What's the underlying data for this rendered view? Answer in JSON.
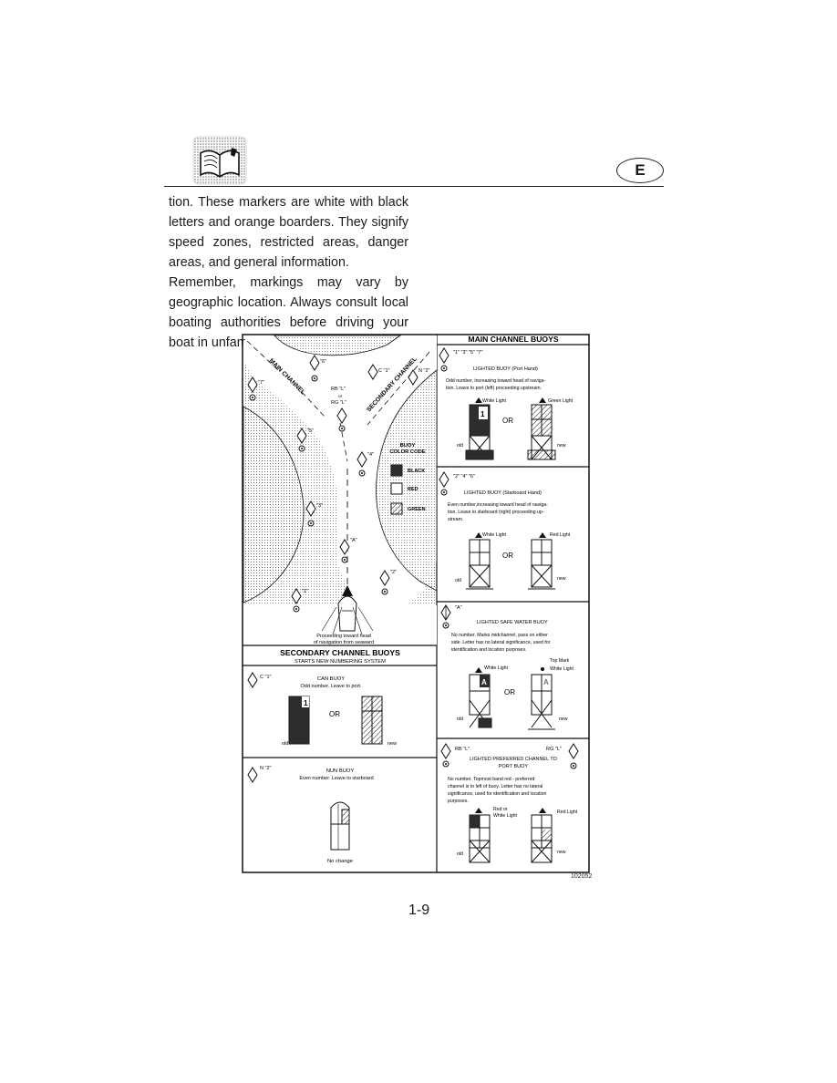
{
  "header": {
    "language_badge": "E",
    "manual_icon": "book-icon"
  },
  "body": {
    "paragraph1": "tion. These markers are white with black letters and orange boarders. They signify speed zones, restricted areas, danger areas, and general information.",
    "paragraph2": "Remember, markings may vary by geographic location. Always consult local boating authorities before driving your boat in unfamiliar waters."
  },
  "figure": {
    "id": "102052",
    "map": {
      "main_channel": "MAIN CHANNEL",
      "secondary_channel": "SECONDARY CHANNEL",
      "buoys": [
        "\"6\"",
        "\"7\"",
        "C \"1\"",
        "N \"2\"",
        "RB \"L\"",
        "or",
        "RG \"L\"",
        "\"5\"",
        "\"4\"",
        "\"3\"",
        "\"A\"",
        "\"2\"",
        "\"1\""
      ],
      "proceeding": "Proceeding toward head of navigation from seaward",
      "color_code_title": "BUOY COLOR CODE",
      "colors": [
        "BLACK",
        "RED",
        "GREEN"
      ]
    },
    "secondary": {
      "title": "SECONDARY CHANNEL BUOYS",
      "subtitle": "STARTS NEW NUMBERING SYSTEM",
      "can_marker": "C \"1\"",
      "can_title": "CAN BUOY",
      "can_desc": "Odd number. Leave to port.",
      "or": "OR",
      "old": "old",
      "new": "new",
      "nun_marker": "N \"2\"",
      "nun_title": "NUN BUOY",
      "nun_desc": "Even number. Leave to starboard",
      "no_change": "No change"
    },
    "main": {
      "title": "MAIN CHANNEL BUOYS",
      "port": {
        "numbers": "\"1\" \"3\" \"5\" \"7\"",
        "title": "LIGHTED BUOY (Port Hand)",
        "desc1": "Odd number, increasing toward head of naviga-",
        "desc2": "tion. Leave to port (left) proceeding upstream.",
        "light_left": "White Light",
        "light_right": "Green Light"
      },
      "starboard": {
        "numbers": "\"2\" \"4\" \"6\"",
        "title": "LIGHTED BUOY (Starboard Hand)",
        "desc1": "Even number,increasing toward head of naviga-",
        "desc2": "tion. Leave to starboard (right) proceeding up-",
        "desc3": "stream.",
        "light_left": "White Light",
        "light_right": "Red Light"
      },
      "safe": {
        "number": "\"A\"",
        "title": "LIGHTED SAFE WATER BUOY",
        "desc1": "No number. Marks midchannel, pass on either",
        "desc2": "side. Letter has no lateral significance, used for",
        "desc3": "identification and location purposes.",
        "top_mark": "Top Mark",
        "light_left": "White Light",
        "light_right": "White Light"
      },
      "preferred": {
        "left_marker": "RB \"L\"",
        "right_marker": "RG \"L\"",
        "title1": "LIGHTED PREFERRED CHANNEL TO",
        "title2": "PORT BUOY",
        "desc1": "No number. Topmost band red - preferred",
        "desc2": "channel is to left of buoy. Letter has no lateral",
        "desc3": "significance, used for identification and location",
        "desc4": "purposes.",
        "light_left1": "Red or",
        "light_left2": "White Light",
        "light_right": "Red Light"
      }
    }
  },
  "page_number": "1-9"
}
